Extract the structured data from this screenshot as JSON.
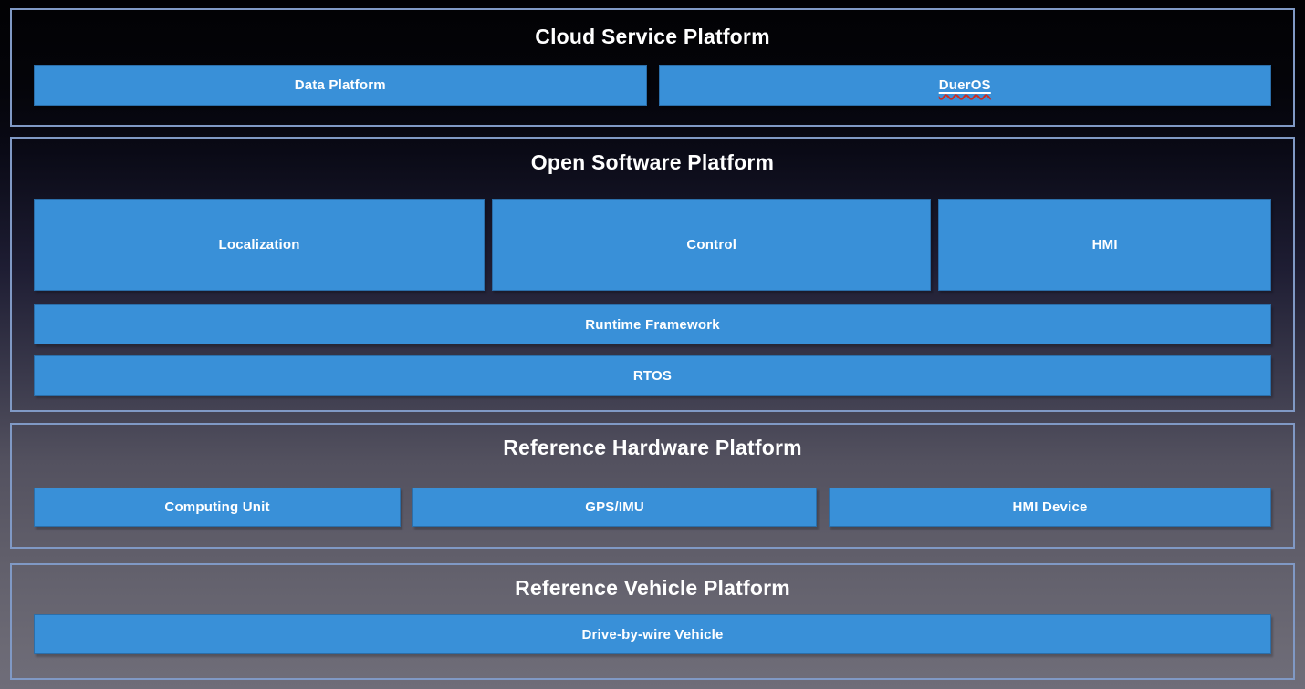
{
  "diagram": {
    "sections": [
      {
        "title": "Cloud Service Platform",
        "boxes": [
          {
            "label": "Data Platform"
          },
          {
            "label": "DuerOS",
            "note": "rendered-as-link-with-red-spellcheck-squiggle"
          }
        ]
      },
      {
        "title": "Open Software Platform",
        "boxes": [
          {
            "label": "Localization"
          },
          {
            "label": "Control"
          },
          {
            "label": "HMI"
          }
        ],
        "rows": [
          {
            "label": "Runtime Framework"
          },
          {
            "label": "RTOS"
          }
        ]
      },
      {
        "title": "Reference Hardware Platform",
        "boxes": [
          {
            "label": "Computing Unit"
          },
          {
            "label": "GPS/IMU"
          },
          {
            "label": "HMI Device"
          }
        ]
      },
      {
        "title": "Reference Vehicle Platform",
        "rows": [
          {
            "label": "Drive-by-wire Vehicle"
          }
        ]
      }
    ],
    "colors": {
      "box_blue": "#3990d8",
      "section_border": "#8099c5",
      "title_text": "#ffffff",
      "box_text": "#ffffff",
      "squiggle_red": "#cf2b20"
    }
  }
}
